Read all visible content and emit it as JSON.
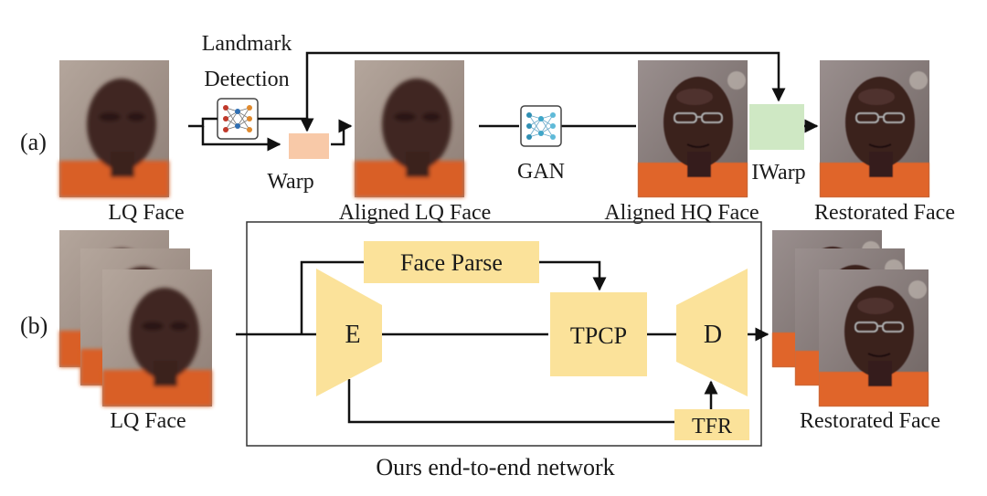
{
  "colors": {
    "face_frame_lq": "#a08a80",
    "face_frame_hq": "#7a6a66",
    "skin": "#3b2320",
    "shirt": "#e0652a",
    "warp_box": "#f8c9a8",
    "iwarp_box": "#cfe8c4",
    "module_yellow": "#fbe29a",
    "line": "#111111"
  },
  "row_a": {
    "label": "(a)",
    "landmark_label_line1": "Landmark",
    "landmark_label_line2": "Detection",
    "warp_label": "Warp",
    "gan_label": "GAN",
    "iwarp_label": "IWarp",
    "lq_face_caption": "LQ Face",
    "aligned_lq_caption": "Aligned LQ Face",
    "aligned_hq_caption": "Aligned HQ Face",
    "restored_caption": "Restorated Face",
    "landmark_icon": "neural-network-icon",
    "gan_icon": "neural-network-icon"
  },
  "row_b": {
    "label": "(b)",
    "lq_face_caption": "LQ Face",
    "restored_caption": "Restorated Face",
    "face_parse_label": "Face Parse",
    "encoder_label": "E",
    "tpcp_label": "TPCP",
    "decoder_label": "D",
    "tfr_label": "TFR",
    "network_caption": "Ours end-to-end network"
  }
}
